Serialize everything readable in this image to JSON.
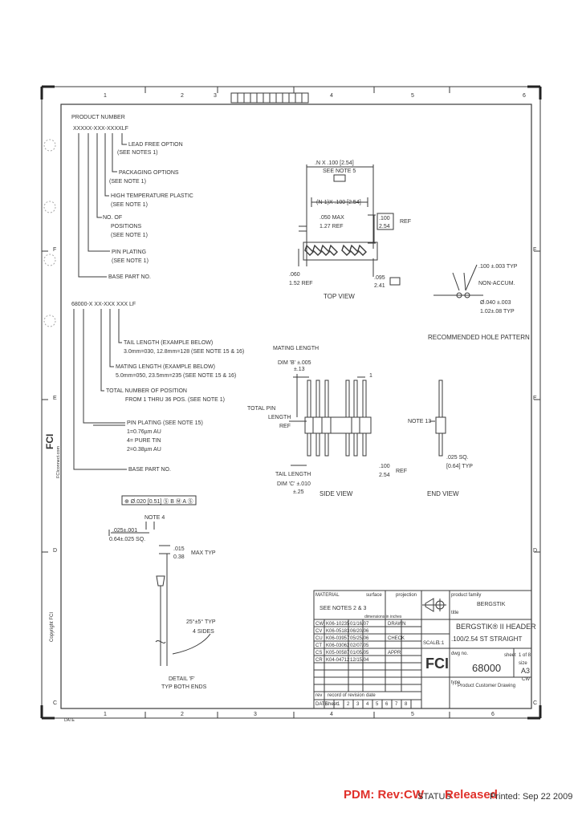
{
  "grid": {
    "top_cols": [
      "1",
      "2",
      "3",
      "4",
      "5",
      "6"
    ],
    "bottom_cols": [
      "1",
      "2",
      "3",
      "4",
      "5",
      "6"
    ],
    "left_rows": [
      "F",
      "E",
      "D",
      "C"
    ],
    "right_rows": [
      "F",
      "E",
      "D",
      "C"
    ]
  },
  "left_notes": {
    "product_number_title": "PRODUCT NUMBER",
    "pattern_a": "XXXXX-XXX-XXXXLF",
    "lead_free": [
      "LEAD FREE OPTION",
      "(SEE NOTES 1)"
    ],
    "packaging": [
      "PACKAGING OPTIONS",
      "(SEE NOTE 1)"
    ],
    "high_temp": [
      "HIGH TEMPERATURE PLASTIC",
      "(SEE NOTE 1)"
    ],
    "positions": [
      "NO. OF",
      "POSITIONS",
      "(SEE NOTE 1)"
    ],
    "pin_plating": [
      "PIN PLATING",
      "(SEE NOTE 1)"
    ],
    "base_part": "BASE PART NO.",
    "pattern_b": "68000-X XX-XXX XXX LF",
    "tail_length": [
      "TAIL LENGTH (EXAMPLE BELOW)",
      "3.0mm=030, 12.8mm=128 (SEE NOTE 15 & 16)"
    ],
    "mating_length": [
      "MATING LENGTH (EXAMPLE BELOW)",
      "5.0mm=050, 23.5mm=235 (SEE NOTE 15 & 16)"
    ],
    "total_positions": [
      "TOTAL NUMBER OF POSITION",
      "FROM 1 THRU 36 POS. (SEE NOTE 1)"
    ],
    "pin_plating_b": [
      "PIN PLATING (SEE NOTE 15)",
      "1=0.76µm AU",
      "4= PURE TIN",
      "2=0.38µm AU"
    ],
    "base_part_b": "BASE PART NO."
  },
  "top_view": {
    "dim_a": [
      ".N X .100 [2.54]",
      "SEE NOTE 5"
    ],
    "dim_b": "(N-1)X .100 [2.54]",
    "dim_c": [
      ".050 MAX",
      "1.27 REF"
    ],
    "dim_d": [
      ".100",
      "2.54"
    ],
    "dim_d_suffix": "REF",
    "dim_e": [
      ".095",
      "2.41"
    ],
    "dim_f": [
      ".060",
      "1.52 REF"
    ],
    "title": "TOP VIEW"
  },
  "hole_pattern": {
    "dim_a": [
      ".100 ±.003 TYP",
      "NON-ACCUM."
    ],
    "dim_b": [
      "Ø.040 ±.003",
      "1.02±.08 TYP"
    ],
    "title": "RECOMMENDED HOLE PATTERN"
  },
  "side_view": {
    "mating_label": [
      "MATING LENGTH",
      "DIM 'B' ±.005",
      "±.13"
    ],
    "total_pin": [
      "TOTAL PIN",
      "LENGTH",
      "REF"
    ],
    "tail_label": [
      "TAIL LENGTH",
      "DIM 'C' ±.010",
      "±.25"
    ],
    "dim_g": [
      ".100",
      "2.54"
    ],
    "dim_g_suffix": "REF",
    "marker": "1",
    "title": "SIDE VIEW"
  },
  "end_view": {
    "note": "NOTE 13",
    "dim": [
      ".025 SQ.",
      "[0.64] TYP"
    ],
    "title": "END VIEW"
  },
  "detail": {
    "symbol_box": "⊕ Ø.020 [0.51] Ⓢ B Ⓜ A Ⓢ",
    "note_label": "NOTE 4",
    "dim_sq": [
      ".025±.001",
      "0.64±.025 SQ."
    ],
    "dim_max": [
      ".015",
      "0.38"
    ],
    "dim_max_suffix": "MAX TYP",
    "angle": [
      "25°±5° TYP",
      "4 SIDES"
    ],
    "title": [
      "DETAIL 'F'",
      "TYP BOTH ENDS"
    ]
  },
  "side_text": {
    "logo": "FCI",
    "url": "FCIconnect.com",
    "copyright": "Copyright FCI"
  },
  "title_block": {
    "material_label": "MATERIAL",
    "material_value": "SEE NOTES 2 & 3",
    "surface_label": "surface",
    "projection_label": "projection",
    "product_family_label": "product family",
    "product_family_value": "BERGSTIK",
    "title_label": "title",
    "title_line1": "BERGSTIK® II HEADER",
    "title_line2": ".100/2.54 ST STRAIGHT",
    "scale_label": "SCALE",
    "scale_value": "1:1",
    "sheet_label": "sheet",
    "sheet_value": "1 of 8",
    "size_label": "size",
    "size_value": "A3",
    "drawing_label": "dwg no.",
    "drawing_number": "68000",
    "rev_value": "CW",
    "type_label": "type",
    "type_value": "Product Customer Drawing",
    "rev_rows": [
      [
        "CW",
        "K06-10235",
        "01/16/07"
      ],
      [
        "CV",
        "K06-05183",
        "06/20/06"
      ],
      [
        "CU",
        "K06-03957",
        "05/25/06"
      ],
      [
        "CT",
        "K06-03062",
        "02/07/05"
      ],
      [
        "CS",
        "K05-00587",
        "01/05/05"
      ],
      [
        "CR",
        "K04-04712",
        "12/15/04"
      ]
    ],
    "rev_header": [
      "rev",
      "record of revision",
      "date"
    ],
    "bottom_labels": [
      "DATE",
      "sheet",
      "1",
      "2",
      "3",
      "4",
      "5",
      "6",
      "7",
      "8"
    ],
    "approvals": [
      "DRAWN",
      "CHECK",
      "APPR."
    ],
    "dims_header": "dimensions in inches"
  },
  "footer": {
    "pdm": "PDM: Rev:CW",
    "status_label": "STATUS",
    "status_value": "Released",
    "printed": "Printed: Sep 22 2009"
  },
  "colors": {
    "line": "#3a3a3a",
    "accent": "#e0302a"
  }
}
